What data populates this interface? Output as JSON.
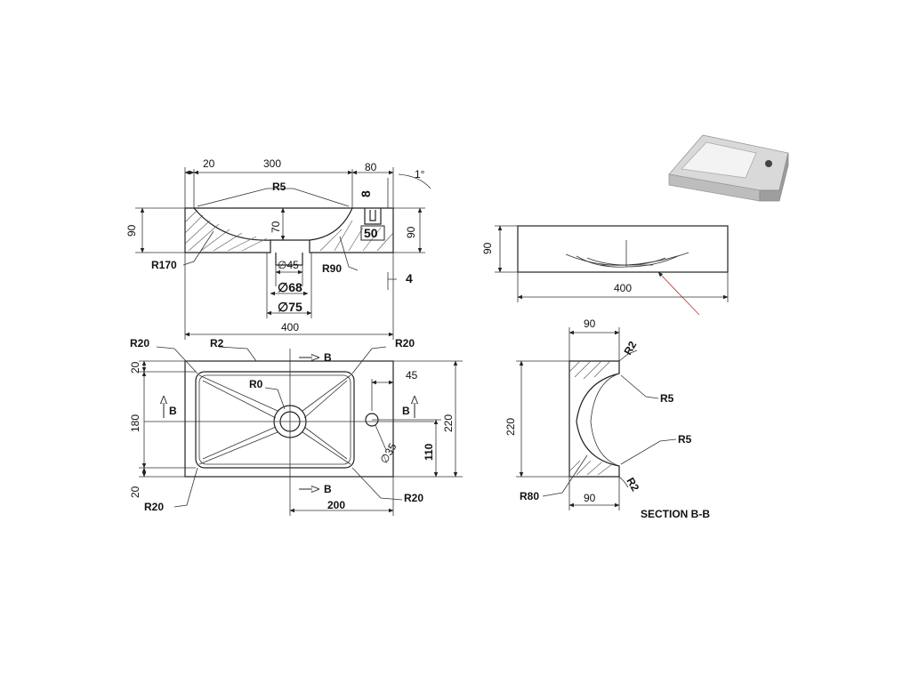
{
  "front_view": {
    "dims": {
      "d20": "20",
      "d300": "300",
      "d80": "80",
      "deg": "1°",
      "r5": "R5",
      "d8": "8",
      "d50": "50",
      "d70": "70",
      "d90_left": "90",
      "d90_right": "90",
      "r170": "R170",
      "r90": "R90",
      "dia45": "∅45",
      "dia68": "∅68",
      "dia75": "∅75",
      "d4": "4",
      "d400": "400"
    }
  },
  "top_view": {
    "dims": {
      "r20_tl": "R20",
      "r2": "R2",
      "r20_tr": "R20",
      "r0": "R0",
      "d45": "45",
      "d20_top": "20",
      "d180": "180",
      "d20_bottom": "20",
      "r20_bl": "R20",
      "r20_br": "R20",
      "d200": "200",
      "dia35": "∅35",
      "d110": "110",
      "d220": "220"
    },
    "section_markers": {
      "top": "B",
      "bottom": "B",
      "left": "B",
      "right": "B"
    }
  },
  "side_view": {
    "dims": {
      "d90": "90",
      "d400": "400"
    }
  },
  "section_view": {
    "title": "SECTION B-B",
    "dims": {
      "d90_top": "90",
      "d90_bottom": "90",
      "d220": "220",
      "r2_top": "R2",
      "r2_bottom": "R2",
      "r5_top": "R5",
      "r5_bottom": "R5",
      "r80": "R80"
    }
  }
}
